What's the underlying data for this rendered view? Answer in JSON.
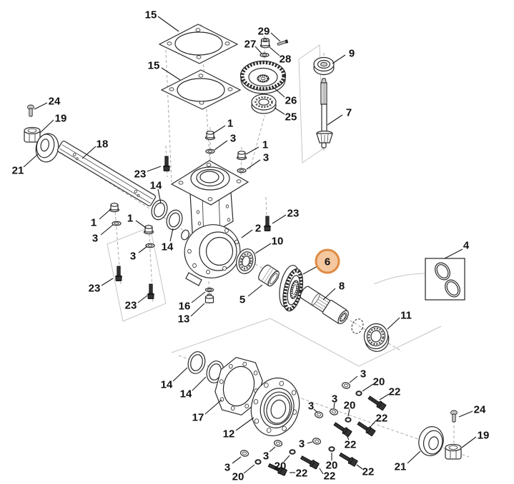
{
  "page": {
    "background": "#ffffff"
  },
  "highlight": {
    "fill": "#f5c79e",
    "stroke": "#de8b45",
    "radius": 16,
    "part": "6"
  },
  "callouts": [
    [
      "15",
      211,
      20,
      221,
      23,
      250,
      44
    ],
    [
      "15",
      215,
      91,
      226,
      95,
      252,
      112
    ],
    [
      "29",
      369,
      43,
      379,
      46,
      392,
      58
    ],
    [
      "27",
      350,
      61,
      357,
      65,
      366,
      75
    ],
    [
      "28",
      399,
      82,
      391,
      78,
      377,
      66
    ],
    [
      "9",
      492,
      74,
      483,
      77,
      465,
      89
    ],
    [
      "26",
      407,
      140,
      398,
      136,
      382,
      122
    ],
    [
      "25",
      407,
      163,
      398,
      160,
      384,
      151
    ],
    [
      "7",
      488,
      157,
      479,
      161,
      458,
      175
    ],
    [
      "24",
      76,
      141,
      66,
      144,
      48,
      153
    ],
    [
      "19",
      85,
      165,
      75,
      168,
      56,
      186
    ],
    [
      "21",
      25,
      238,
      33,
      234,
      53,
      216
    ],
    [
      "18",
      143,
      201,
      134,
      205,
      115,
      222
    ],
    [
      "1",
      322,
      172,
      315,
      176,
      298,
      187
    ],
    [
      "3",
      326,
      193,
      318,
      197,
      300,
      210
    ],
    [
      "1",
      371,
      202,
      362,
      206,
      344,
      216
    ],
    [
      "3",
      372,
      220,
      364,
      224,
      345,
      237
    ],
    [
      "23",
      196,
      243,
      206,
      240,
      225,
      233
    ],
    [
      "14",
      218,
      259,
      221,
      265,
      225,
      285
    ],
    [
      "1",
      131,
      311,
      139,
      307,
      155,
      293
    ],
    [
      "3",
      133,
      333,
      141,
      329,
      158,
      315
    ],
    [
      "1",
      182,
      305,
      190,
      309,
      204,
      319
    ],
    [
      "3",
      186,
      358,
      194,
      354,
      206,
      345
    ],
    [
      "14",
      234,
      345,
      238,
      338,
      242,
      320
    ],
    [
      "23",
      132,
      403,
      142,
      400,
      158,
      390
    ],
    [
      "23",
      183,
      427,
      193,
      424,
      206,
      414
    ],
    [
      "2",
      361,
      319,
      353,
      322,
      338,
      333
    ],
    [
      "23",
      410,
      298,
      400,
      301,
      381,
      313
    ],
    [
      "10",
      388,
      337,
      379,
      341,
      357,
      355
    ],
    [
      "16",
      258,
      428,
      268,
      424,
      287,
      409
    ],
    [
      "13",
      257,
      446,
      267,
      443,
      286,
      425
    ],
    [
      "5",
      339,
      419,
      347,
      415,
      367,
      399
    ],
    [
      "6",
      458,
      366,
      444,
      373,
      424,
      384,
      1
    ],
    [
      "8",
      478,
      400,
      469,
      404,
      452,
      420
    ],
    [
      "4",
      652,
      343,
      647,
      349,
      622,
      362
    ],
    [
      "11",
      568,
      441,
      559,
      445,
      542,
      461
    ],
    [
      "14",
      233,
      538,
      242,
      534,
      262,
      515
    ],
    [
      "14",
      260,
      551,
      269,
      547,
      288,
      528
    ],
    [
      "17",
      277,
      584,
      287,
      580,
      310,
      560
    ],
    [
      "12",
      320,
      607,
      330,
      603,
      355,
      585
    ],
    [
      "3",
      508,
      523,
      500,
      527,
      489,
      536
    ],
    [
      "20",
      530,
      534,
      522,
      538,
      507,
      548
    ],
    [
      "22",
      552,
      548,
      544,
      552,
      531,
      560
    ],
    [
      "3",
      468,
      558,
      468,
      564,
      467,
      572
    ],
    [
      "20",
      489,
      567,
      489,
      573,
      487,
      583
    ],
    [
      "22",
      534,
      585,
      526,
      589,
      518,
      598
    ],
    [
      "3",
      435,
      568,
      439,
      573,
      444,
      578
    ],
    [
      "22",
      490,
      622,
      488,
      616,
      485,
      610
    ],
    [
      "3",
      422,
      621,
      430,
      621,
      437,
      619
    ],
    [
      "20",
      464,
      651,
      464,
      645,
      464,
      634
    ],
    [
      "22",
      515,
      660,
      507,
      657,
      499,
      651
    ],
    [
      "3",
      372,
      638,
      377,
      633,
      385,
      626
    ],
    [
      "20",
      392,
      652,
      397,
      647,
      405,
      638
    ],
    [
      "22",
      461,
      666,
      452,
      664,
      447,
      656
    ],
    [
      "3",
      318,
      654,
      325,
      649,
      337,
      640
    ],
    [
      "20",
      333,
      667,
      341,
      663,
      356,
      651
    ],
    [
      "22",
      422,
      662,
      413,
      662,
      405,
      662
    ],
    [
      "24",
      671,
      573,
      661,
      576,
      642,
      584
    ],
    [
      "19",
      676,
      609,
      666,
      612,
      646,
      627
    ],
    [
      "21",
      560,
      653,
      570,
      649,
      588,
      632
    ]
  ]
}
